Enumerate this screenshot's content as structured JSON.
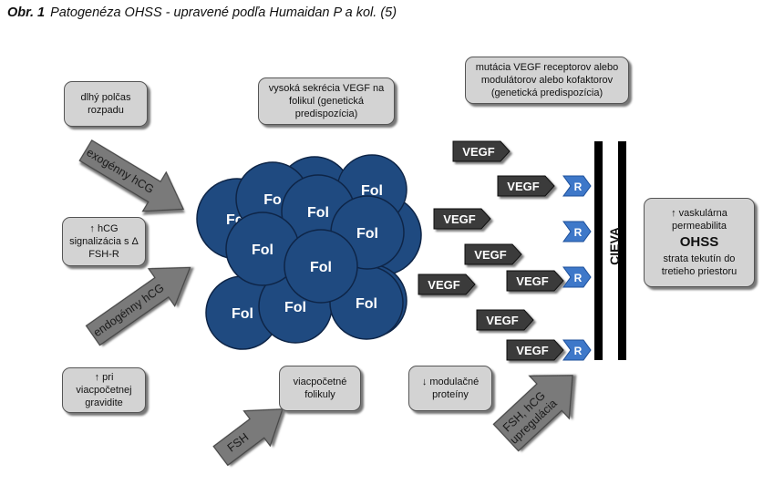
{
  "caption": {
    "label": "Obr. 1",
    "title": "Patogenéza OHSS - upravené podľa Humaidan P a kol. (5)"
  },
  "boxes": {
    "half_life": "dlhý polčas rozpadu",
    "hcg_signal": "↑ hCG signalizácia s Δ FSH-R",
    "multiple_preg": "↑ pri viacpočetnej gravidite",
    "vegf_secretion": "vysoká sekrécia VEGF na folikul (genetická predispozícia)",
    "mutations": "mutácia VEGF receptorov alebo modulátorov alebo kofaktorov (genetická predispozícia)",
    "multi_follicles": "viacpočetné folikuly",
    "modulating_proteins": "↓ modulačné proteíny",
    "outcome_top": "↑ vaskulárna permeabilita",
    "outcome_title": "OHSS",
    "outcome_bottom": "strata tekutín do tretieho priestoru"
  },
  "arrows": {
    "exogenous": "exogénny hCG",
    "endogenous": "endogénny hCG",
    "fsh": "FSH",
    "upregulation_1": "FSH, hCG",
    "upregulation_2": "upregulácia"
  },
  "follicle_label": "Fol",
  "vegf_label": "VEGF",
  "receptor_label": "R",
  "vessel_label": "CIEVA",
  "colors": {
    "follicle": "#1f4a80",
    "receptor": "#3e78c9",
    "vegf": "#3a3a3a",
    "box": "#d3d3d3",
    "arrow": "#7a7a7a"
  }
}
